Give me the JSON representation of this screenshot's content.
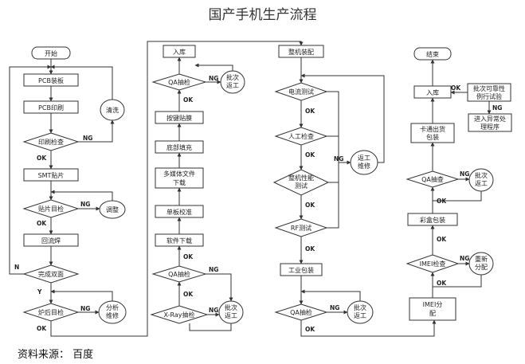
{
  "title": "国产手机生产流程",
  "source": "资料来源： 百度",
  "nodes": {
    "start": "开始",
    "pcb_mount": "PCB装板",
    "pcb_print": "PCB印刷",
    "print_check": "印刷检查",
    "scrap": "清洗",
    "smt": "SMT贴片",
    "place_check": "贴片目检",
    "adjust": "调整",
    "reflow": "回流焊",
    "done_sides": "完成双面",
    "furnace_check": "炉后目检",
    "analyze_repair": "分析\n维修",
    "warehouse_in_1": "入库",
    "qa1": "QA抽检",
    "rework_1": "批次\n返工",
    "key_mount": "按键贴膜",
    "underfill": "底部填充",
    "media_download": "多媒体文件\n下载",
    "board_cal": "单板校准",
    "sw_download": "软件下载",
    "qa2": "QA抽检",
    "xray": "X-Ray抽检",
    "rework_2": "批次\n返工",
    "assembly": "整机装配",
    "current_test": "电流测试",
    "manual_check": "人工检查",
    "perf_test": "整机性能\n测试",
    "rework_repair": "返工\n维修",
    "rf_test": "RF测试",
    "industrial_pack": "工业包装",
    "qa3": "QA抽检",
    "rework_3": "批次\n返工",
    "end": "结束",
    "warehouse_in_2": "入库",
    "reliability": "批次可靠性\n例行试验",
    "exception": "进入异常处\n理程序",
    "card_pack": "卡通出货\n包装",
    "qa4": "QA抽查",
    "rework_4": "批次\n返工",
    "color_box": "彩盒包装",
    "imei_check": "IMEI检查",
    "reassign": "重新\n分配",
    "imei_assign": "IMEI分\n配"
  },
  "edge_labels": {
    "ok": "OK",
    "ng": "NG",
    "yes": "Y",
    "no": "N"
  }
}
